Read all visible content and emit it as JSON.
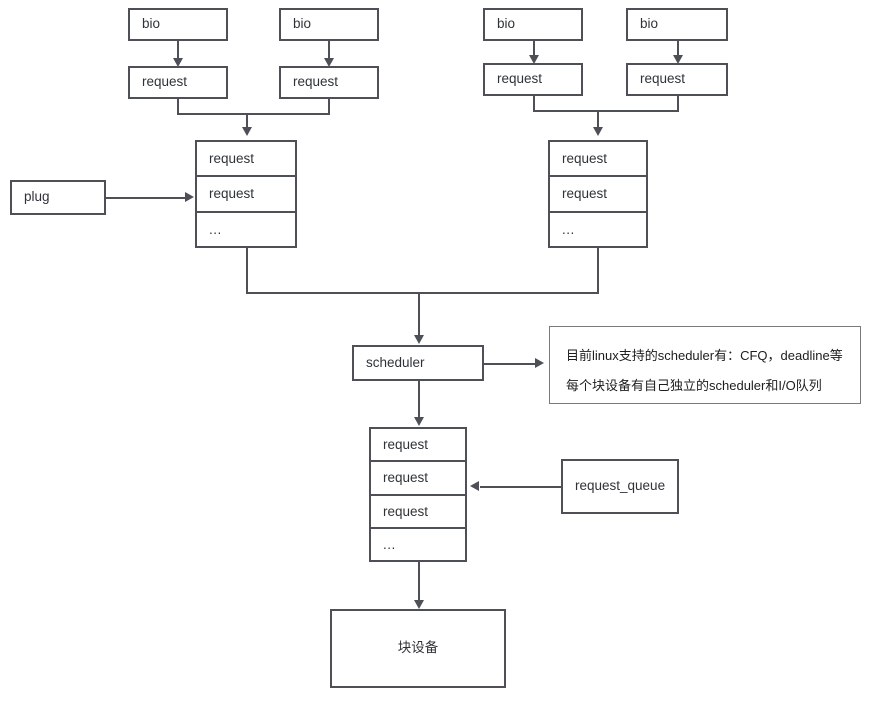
{
  "diagram": {
    "title": "Linux block layer bio to request queue flow",
    "colors": {
      "stroke": "#4d5157",
      "note_stroke": "#7a7a7a",
      "background": "#ffffff",
      "text": "#2f3338"
    },
    "bio_nodes": [
      {
        "id": "bio-1",
        "label": "bio"
      },
      {
        "id": "bio-2",
        "label": "bio"
      },
      {
        "id": "bio-3",
        "label": "bio"
      },
      {
        "id": "bio-4",
        "label": "bio"
      }
    ],
    "request_nodes": [
      {
        "id": "request-1",
        "label": "request"
      },
      {
        "id": "request-2",
        "label": "request"
      },
      {
        "id": "request-3",
        "label": "request"
      },
      {
        "id": "request-4",
        "label": "request"
      }
    ],
    "plug": {
      "label": "plug"
    },
    "plug_stack": {
      "name": "plugged-request-list-left",
      "rows": [
        "request",
        "request",
        "..."
      ]
    },
    "plug_stack_right": {
      "name": "plugged-request-list-right",
      "rows": [
        "request",
        "request",
        "..."
      ]
    },
    "scheduler": {
      "label": "scheduler"
    },
    "scheduler_note": {
      "lines": [
        "目前linux支持的scheduler有：CFQ，deadline等",
        "每个块设备有自己独立的scheduler和I/O队列"
      ]
    },
    "dispatch_queue": {
      "name": "dispatch-request-list",
      "rows": [
        "request",
        "request",
        "request",
        "..."
      ]
    },
    "request_queue": {
      "label": "request_queue"
    },
    "block_device": {
      "label": "块设备"
    }
  }
}
